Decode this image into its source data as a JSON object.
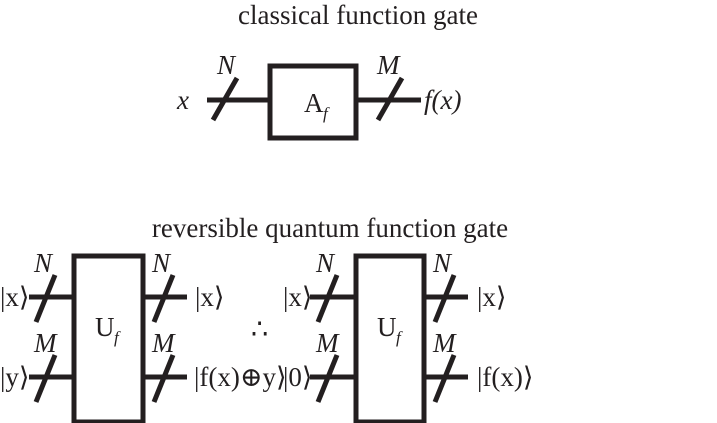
{
  "classical": {
    "title": "classical function gate",
    "input": "x",
    "output": "f(x)",
    "input_bits": "N",
    "output_bits": "M",
    "gate": "A",
    "gate_sub": "f"
  },
  "quantum": {
    "title": "reversible quantum function gate",
    "therefore": "∴",
    "left": {
      "in_top": "|x⟩",
      "in_bottom": "|y⟩",
      "out_top": "|x⟩",
      "out_bottom": "|f(x)⊕y⟩",
      "bits_top": "N",
      "bits_bottom": "M",
      "gate": "U",
      "gate_sub": "f"
    },
    "right": {
      "in_top": "|x⟩",
      "in_bottom": "|0⟩",
      "out_top": "|x⟩",
      "out_bottom": "|f(x)⟩",
      "bits_top": "N",
      "bits_bottom": "M",
      "gate": "U",
      "gate_sub": "f"
    }
  }
}
